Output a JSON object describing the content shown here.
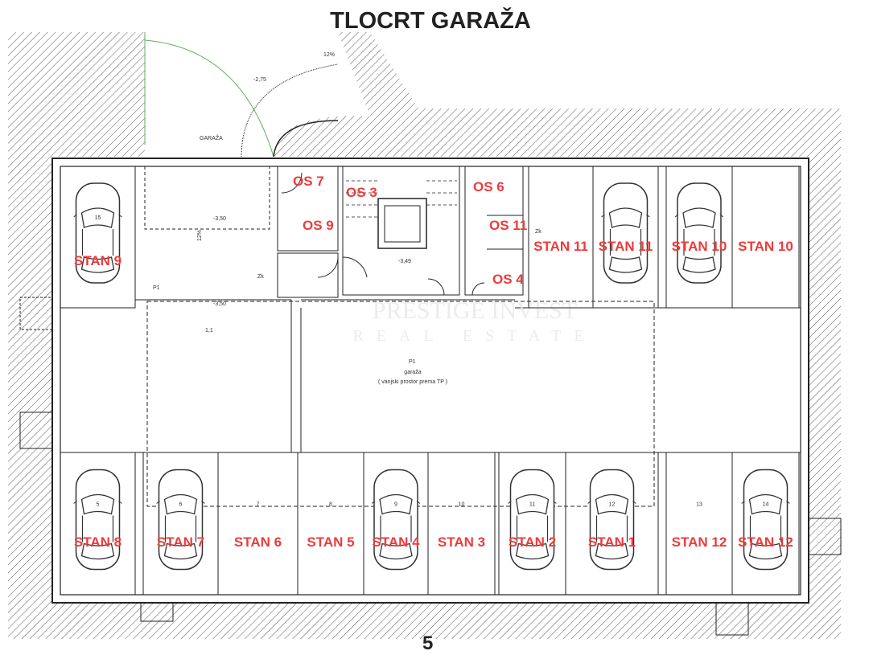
{
  "title": "TLOCRT GARAŽA",
  "page_number": "5",
  "watermark": {
    "line1": "PRESTIGE INVEST",
    "line2": "REAL ESTATE"
  },
  "labels": {
    "garage_entry": "GARAŽA",
    "slope_top": "12%",
    "slope_ramp": "12%",
    "level_entry": "-2,75",
    "level_ramp": "-3,50",
    "level_garage": "-3,50",
    "level_stair": "-3,49",
    "room_p1": "P1",
    "garage_name": "garaža",
    "garage_note": "( vanjski prostor prema TP )",
    "room_code": "1,1",
    "zk": "Zk"
  },
  "storage": [
    {
      "label": "OS 7"
    },
    {
      "label": "OS 3"
    },
    {
      "label": "OS 9"
    },
    {
      "label": "OS 6"
    },
    {
      "label": "OS 11"
    },
    {
      "label": "OS 4"
    }
  ],
  "top_spots": [
    {
      "label": "STAN 9",
      "number": "15",
      "car": true
    },
    {
      "label": "STAN 11",
      "number": "",
      "car": false
    },
    {
      "label": "STAN 11",
      "number": "",
      "car": true
    },
    {
      "label": "STAN 10",
      "number": "",
      "car": true
    },
    {
      "label": "STAN 10",
      "number": "",
      "car": false
    }
  ],
  "bottom_spots": [
    {
      "label": "STAN 8",
      "number": "5",
      "car": true
    },
    {
      "label": "STAN 7",
      "number": "6",
      "car": true
    },
    {
      "label": "STAN 6",
      "number": "7",
      "car": false
    },
    {
      "label": "STAN 5",
      "number": "8",
      "car": false
    },
    {
      "label": "STAN 4",
      "number": "9",
      "car": true
    },
    {
      "label": "STAN 3",
      "number": "10",
      "car": false
    },
    {
      "label": "STAN 2",
      "number": "11",
      "car": true
    },
    {
      "label": "STAN 1",
      "number": "12",
      "car": true
    },
    {
      "label": "STAN 12",
      "number": "13",
      "car": false
    },
    {
      "label": "STAN 12",
      "number": "14",
      "car": true
    }
  ]
}
